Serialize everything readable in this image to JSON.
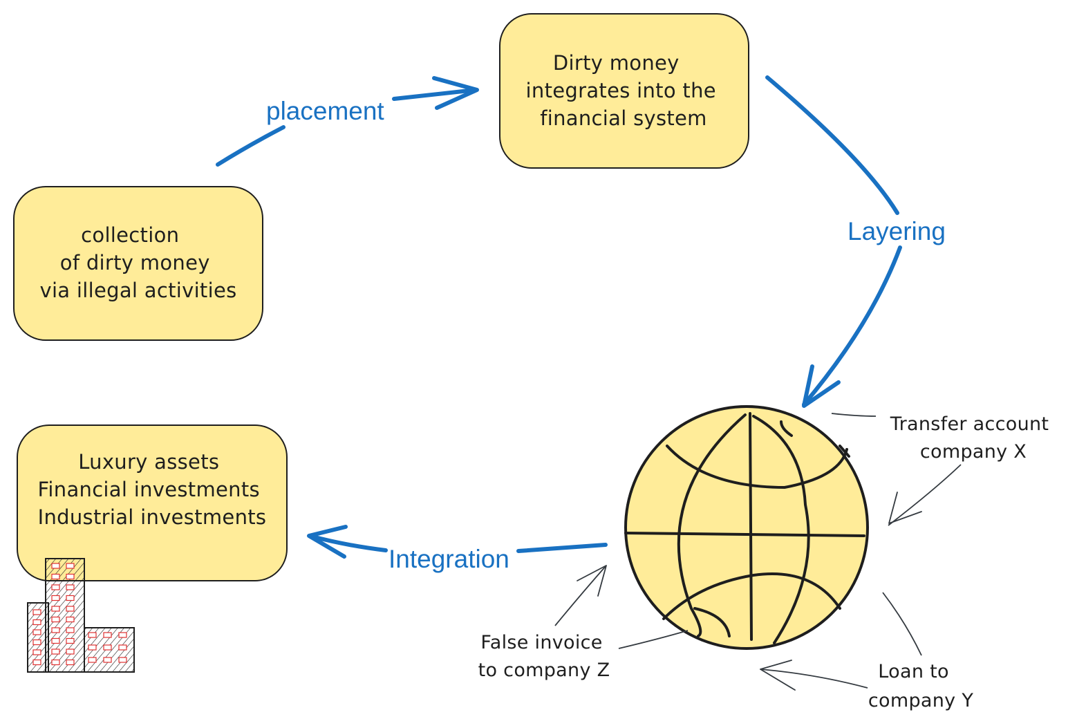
{
  "colors": {
    "box_fill": "#ffec99",
    "box_stroke": "#1e1e1e",
    "arrow": "#1971c2",
    "annotation_arrow": "#343a40",
    "text": "#1e1e1e",
    "building_window": "#e03131"
  },
  "nodes": {
    "collection": {
      "lines": [
        "collection",
        "of dirty money",
        "via illegal activities"
      ]
    },
    "dirty_money": {
      "lines": [
        "Dirty money",
        "integrates into the",
        "financial system"
      ]
    },
    "assets": {
      "lines": [
        "Luxury assets",
        "Financial investments",
        "Industrial investments"
      ]
    }
  },
  "edges": {
    "placement": "placement",
    "layering": "Layering",
    "integration": "Integration"
  },
  "annotations": {
    "transfer": [
      "Transfer account",
      "company X"
    ],
    "loan": [
      "Loan to",
      "company Y"
    ],
    "invoice": [
      "False invoice",
      "to company Z"
    ]
  },
  "icons": {
    "globe": "globe-icon",
    "building": "building-icon"
  }
}
